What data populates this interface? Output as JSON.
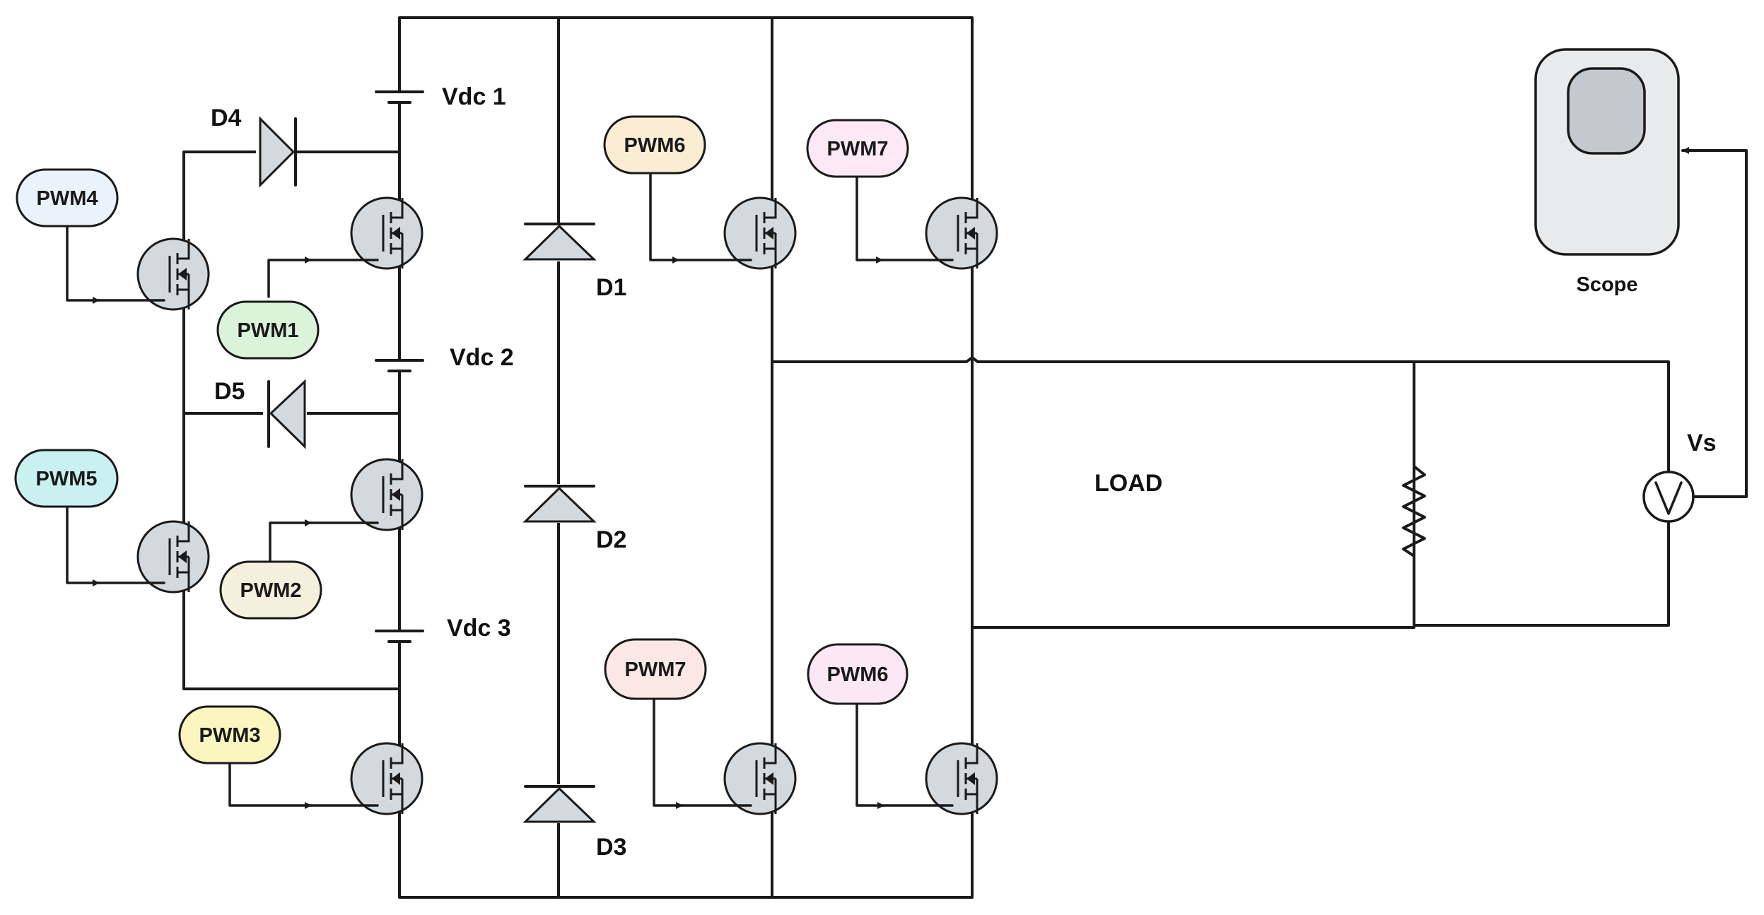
{
  "labels": {
    "vdc1": "Vdc 1",
    "vdc2": "Vdc 2",
    "vdc3": "Vdc 3",
    "d1": "D1",
    "d2": "D2",
    "d3": "D3",
    "d4": "D4",
    "d5": "D5",
    "load": "LOAD",
    "vs": "Vs",
    "scope": "Scope"
  },
  "pwm": {
    "pwm4": {
      "label": "PWM4",
      "color": "#eaf2fb"
    },
    "pwm5": {
      "label": "PWM5",
      "color": "#c9f1f0"
    },
    "pwm1": {
      "label": "PWM1",
      "color": "#dbf3d8"
    },
    "pwm2": {
      "label": "PWM2",
      "color": "#f5f0de"
    },
    "pwm3": {
      "label": "PWM3",
      "color": "#fbf5bf"
    },
    "pwm6_top": {
      "label": "PWM6",
      "color": "#fbecd4"
    },
    "pwm7_top": {
      "label": "PWM7",
      "color": "#fce9f5"
    },
    "pwm7_bottom": {
      "label": "PWM7",
      "color": "#fbe8e5"
    },
    "pwm6_bottom": {
      "label": "PWM6",
      "color": "#fbe8f4"
    }
  },
  "colors": {
    "wire": "#1a1a1a",
    "component_fill": "#d4d9de",
    "scope_body": "#e8eaec",
    "scope_screen": "#c3c9cf"
  }
}
